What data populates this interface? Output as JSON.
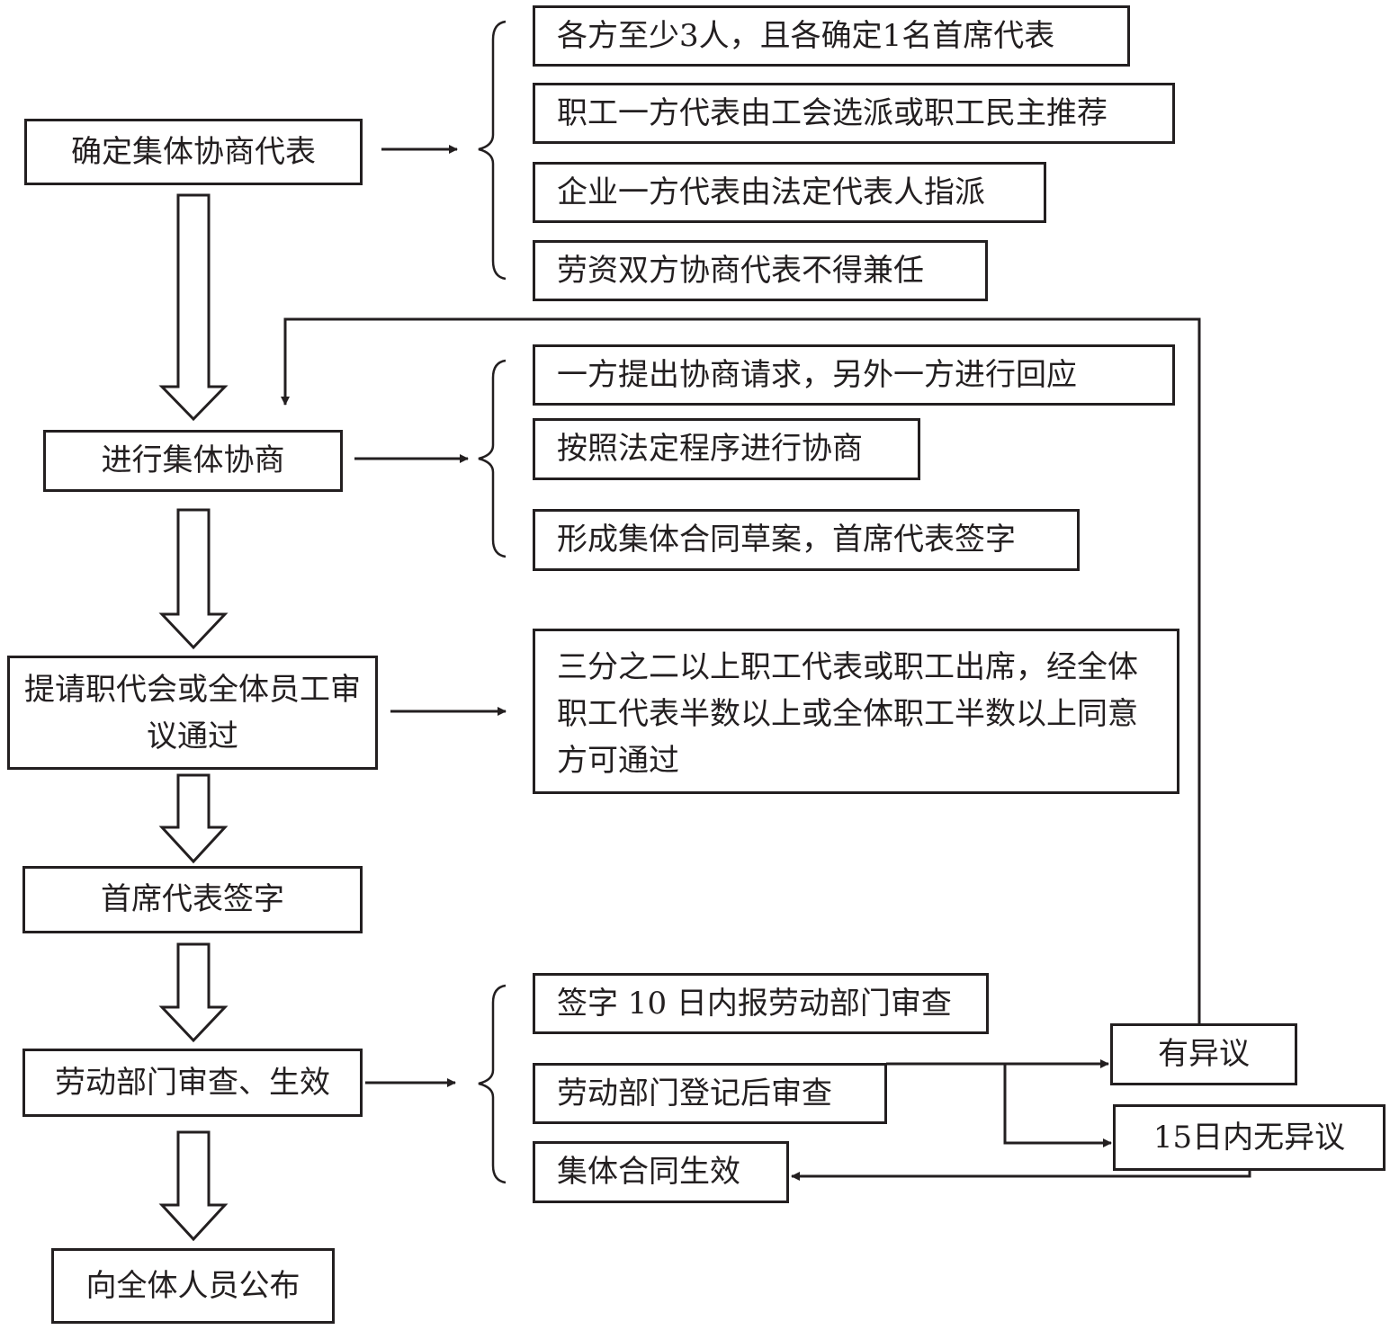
{
  "diagram": {
    "title": "",
    "colors": {
      "stroke": "#231f20",
      "background": "#ffffff"
    },
    "main_steps": [
      {
        "id": "step1",
        "label": "确定集体协商代表"
      },
      {
        "id": "step2",
        "label": "进行集体协商"
      },
      {
        "id": "step3",
        "label": "提请职代会或全体员工审议通过"
      },
      {
        "id": "step4",
        "label": "首席代表签字"
      },
      {
        "id": "step5",
        "label": "劳动部门审查、生效"
      },
      {
        "id": "step6",
        "label": "向全体人员公布"
      }
    ],
    "step1_details": [
      "各方至少3人，且各确定1名首席代表",
      "职工一方代表由工会选派或职工民主推荐",
      "企业一方代表由法定代表人指派",
      "劳资双方协商代表不得兼任"
    ],
    "step2_details": [
      "一方提出协商请求，另外一方进行回应",
      "按照法定程序进行协商",
      "形成集体合同草案，首席代表签字"
    ],
    "step3_detail": "三分之二以上职工代表或职工出席，经全体职工代表半数以上或全体职工半数以上同意方可通过",
    "step5_details": [
      "签字 10 日内报劳动部门审查",
      "劳动部门登记后审查",
      "集体合同生效"
    ],
    "review_outcomes": {
      "objection": "有异议",
      "no_objection": "15日内无异议"
    },
    "flows": [
      {
        "from": "step1",
        "to": "step2",
        "style": "hollow-arrow"
      },
      {
        "from": "step2",
        "to": "step3",
        "style": "hollow-arrow"
      },
      {
        "from": "step3",
        "to": "step4",
        "style": "hollow-arrow"
      },
      {
        "from": "step4",
        "to": "step5",
        "style": "hollow-arrow"
      },
      {
        "from": "step5",
        "to": "step6",
        "style": "hollow-arrow"
      },
      {
        "from": "劳动部门登记后审查",
        "to": "有异议",
        "style": "line-arrow"
      },
      {
        "from": "劳动部门登记后审查",
        "to": "15日内无异议",
        "style": "line-arrow"
      },
      {
        "from": "15日内无异议",
        "to": "集体合同生效",
        "style": "line-arrow"
      },
      {
        "from": "有异议",
        "to": "step2",
        "style": "line-arrow"
      }
    ]
  }
}
